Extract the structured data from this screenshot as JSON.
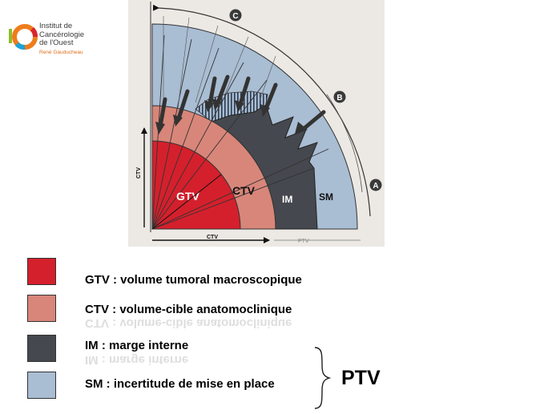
{
  "logo": {
    "line1": "Institut de",
    "line2": "Cancérologie",
    "line3": "de l'Ouest",
    "subtitle": "René Gauducheau",
    "colors": {
      "green": "#8dbd2c",
      "orange": "#ee7d1b",
      "red": "#d9252d",
      "blue": "#1ba3d9"
    }
  },
  "diagram": {
    "markers": {
      "a": "A",
      "b": "B",
      "c": "C"
    },
    "zones": {
      "gtv": "GTV",
      "ctv": "CTV",
      "im": "IM",
      "sm": "SM"
    },
    "axes": {
      "vertical": "CTV",
      "horizontal_ctv": "CTV",
      "horizontal_ptv": "PTV"
    },
    "colors": {
      "gtv": "#d4202c",
      "ctv": "#d8867a",
      "im": "#45484e",
      "sm": "#a9bdd3",
      "background": "#ece9e4"
    }
  },
  "legend": {
    "items": [
      {
        "key": "gtv",
        "label": "GTV : volume tumoral macroscopique",
        "color": "#d4202c"
      },
      {
        "key": "ctv",
        "label": "CTV : volume-cible anatomoclinique",
        "color": "#d8867a"
      },
      {
        "key": "im",
        "label": "IM : marge interne",
        "color": "#45484e"
      },
      {
        "key": "sm",
        "label": "SM : incertitude de mise en place",
        "color": "#a9bdd3"
      }
    ],
    "ptv": "PTV"
  }
}
